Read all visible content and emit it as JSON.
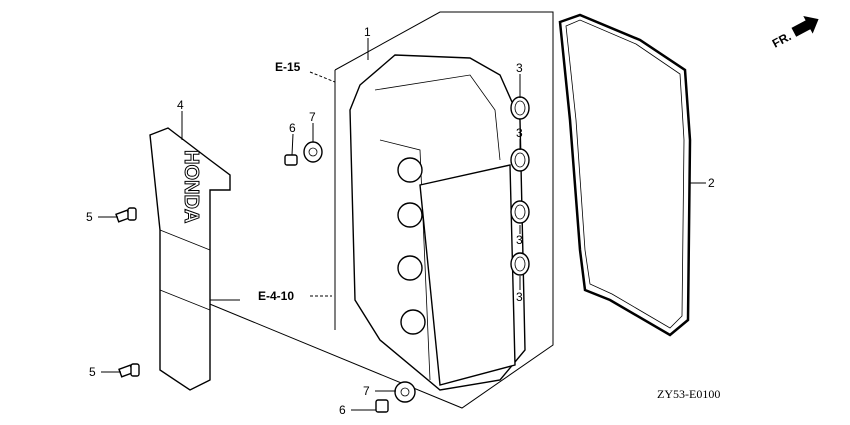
{
  "diagram": {
    "callouts": {
      "p1": "1",
      "p2": "2",
      "p3a": "3",
      "p3b": "3",
      "p3c": "3",
      "p3d": "3",
      "p4": "4",
      "p5a": "5",
      "p5b": "5",
      "p6a": "6",
      "p6b": "6",
      "p7a": "7",
      "p7b": "7"
    },
    "references": {
      "e15": "E-15",
      "e410": "E-4-10"
    },
    "direction": "FR.",
    "logo_text": "HONDA",
    "diagram_code": "ZY53-E0100"
  }
}
